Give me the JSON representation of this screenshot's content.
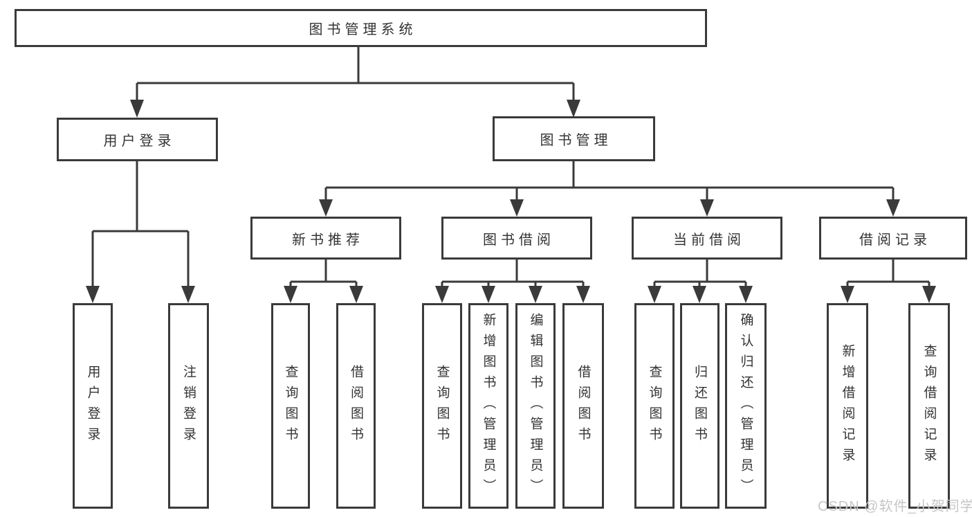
{
  "diagram": {
    "root": {
      "label": "图书管理系统"
    },
    "level1": [
      {
        "label": "用户登录",
        "children": [
          "用户登录",
          "注销登录"
        ]
      },
      {
        "label": "图书管理",
        "children": [
          "新书推荐",
          "图书借阅",
          "当前借阅",
          "借阅记录"
        ]
      }
    ],
    "level2": [
      {
        "label": "新书推荐",
        "children": [
          "查询图书",
          "借阅图书"
        ]
      },
      {
        "label": "图书借阅",
        "children": [
          "查询图书",
          "新增图书（管理员）",
          "编辑图书（管理员）",
          "借阅图书"
        ]
      },
      {
        "label": "当前借阅",
        "children": [
          "查询图书",
          "归还图书",
          "确认归还（管理员）"
        ]
      },
      {
        "label": "借阅记录",
        "children": [
          "新增借阅记录",
          "查询借阅记录"
        ]
      }
    ],
    "watermark": "CSDN @软件_小贺同学",
    "colors": {
      "line": "#3a3a3a",
      "text": "#333333",
      "watermark": "#c6c6c6",
      "background": "#ffffff"
    }
  }
}
